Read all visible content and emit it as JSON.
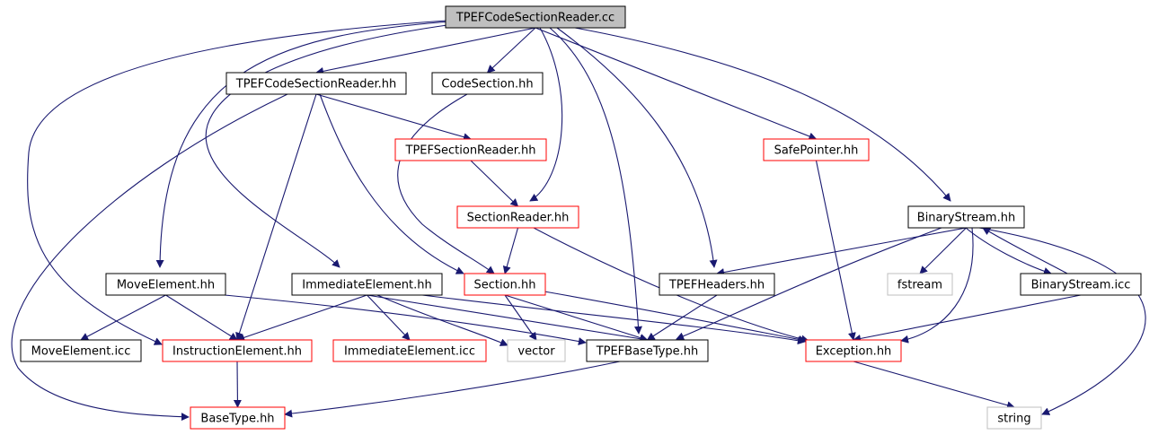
{
  "style": {
    "edge_color": "#191970",
    "node_black_border": "#000000",
    "node_red_border": "#ff0000",
    "node_gray_border": "#bfbfbf",
    "root_fill": "#bfbfbf",
    "node_fill": "#ffffff",
    "text_color": "#000000"
  },
  "nodes": [
    {
      "id": "root",
      "label": "TPEFCodeSectionReader.cc",
      "kind": "root"
    },
    {
      "id": "tcsr_hh",
      "label": "TPEFCodeSectionReader.hh",
      "kind": "normal"
    },
    {
      "id": "codesection_hh",
      "label": "CodeSection.hh",
      "kind": "normal"
    },
    {
      "id": "tpefsectionreader_hh",
      "label": "TPEFSectionReader.hh",
      "kind": "red"
    },
    {
      "id": "safepointer_hh",
      "label": "SafePointer.hh",
      "kind": "red"
    },
    {
      "id": "sectionreader_hh",
      "label": "SectionReader.hh",
      "kind": "red"
    },
    {
      "id": "binarystream_hh",
      "label": "BinaryStream.hh",
      "kind": "normal"
    },
    {
      "id": "moveelement_hh",
      "label": "MoveElement.hh",
      "kind": "normal"
    },
    {
      "id": "immediateelement_hh",
      "label": "ImmediateElement.hh",
      "kind": "normal"
    },
    {
      "id": "section_hh",
      "label": "Section.hh",
      "kind": "red"
    },
    {
      "id": "tpefheaders_hh",
      "label": "TPEFHeaders.hh",
      "kind": "normal"
    },
    {
      "id": "fstream",
      "label": "fstream",
      "kind": "gray"
    },
    {
      "id": "binarystream_icc",
      "label": "BinaryStream.icc",
      "kind": "normal"
    },
    {
      "id": "moveelement_icc",
      "label": "MoveElement.icc",
      "kind": "normal"
    },
    {
      "id": "instructionelement_hh",
      "label": "InstructionElement.hh",
      "kind": "red"
    },
    {
      "id": "immediateelement_icc",
      "label": "ImmediateElement.icc",
      "kind": "red"
    },
    {
      "id": "vector",
      "label": "vector",
      "kind": "gray"
    },
    {
      "id": "tpefbasetype_hh",
      "label": "TPEFBaseType.hh",
      "kind": "normal"
    },
    {
      "id": "exception_hh",
      "label": "Exception.hh",
      "kind": "red"
    },
    {
      "id": "basetype_hh",
      "label": "BaseType.hh",
      "kind": "red"
    },
    {
      "id": "string",
      "label": "string",
      "kind": "gray"
    }
  ],
  "edges": [
    [
      "root",
      "tcsr_hh"
    ],
    [
      "root",
      "codesection_hh"
    ],
    [
      "root",
      "sectionreader_hh"
    ],
    [
      "root",
      "safepointer_hh"
    ],
    [
      "root",
      "binarystream_hh"
    ],
    [
      "root",
      "moveelement_hh"
    ],
    [
      "root",
      "immediateelement_hh"
    ],
    [
      "root",
      "instructionelement_hh"
    ],
    [
      "root",
      "tpefbasetype_hh"
    ],
    [
      "root",
      "tpefheaders_hh"
    ],
    [
      "tcsr_hh",
      "tpefsectionreader_hh"
    ],
    [
      "tcsr_hh",
      "section_hh"
    ],
    [
      "tcsr_hh",
      "instructionelement_hh"
    ],
    [
      "tcsr_hh",
      "basetype_hh"
    ],
    [
      "codesection_hh",
      "section_hh"
    ],
    [
      "tpefsectionreader_hh",
      "sectionreader_hh"
    ],
    [
      "sectionreader_hh",
      "section_hh"
    ],
    [
      "sectionreader_hh",
      "exception_hh"
    ],
    [
      "safepointer_hh",
      "exception_hh"
    ],
    [
      "binarystream_hh",
      "tpefheaders_hh"
    ],
    [
      "binarystream_hh",
      "fstream"
    ],
    [
      "binarystream_hh",
      "binarystream_icc"
    ],
    [
      "binarystream_hh",
      "exception_hh"
    ],
    [
      "binarystream_hh",
      "tpefbasetype_hh"
    ],
    [
      "binarystream_hh",
      "string"
    ],
    [
      "binarystream_icc",
      "binarystream_hh"
    ],
    [
      "binarystream_icc",
      "exception_hh"
    ],
    [
      "moveelement_hh",
      "moveelement_icc"
    ],
    [
      "moveelement_hh",
      "instructionelement_hh"
    ],
    [
      "moveelement_hh",
      "tpefbasetype_hh"
    ],
    [
      "immediateelement_hh",
      "instructionelement_hh"
    ],
    [
      "immediateelement_hh",
      "immediateelement_icc"
    ],
    [
      "immediateelement_hh",
      "vector"
    ],
    [
      "immediateelement_hh",
      "tpefbasetype_hh"
    ],
    [
      "immediateelement_hh",
      "exception_hh"
    ],
    [
      "section_hh",
      "vector"
    ],
    [
      "section_hh",
      "tpefbasetype_hh"
    ],
    [
      "section_hh",
      "exception_hh"
    ],
    [
      "tpefheaders_hh",
      "tpefbasetype_hh"
    ],
    [
      "instructionelement_hh",
      "basetype_hh"
    ],
    [
      "tpefbasetype_hh",
      "basetype_hh"
    ],
    [
      "exception_hh",
      "string"
    ]
  ]
}
